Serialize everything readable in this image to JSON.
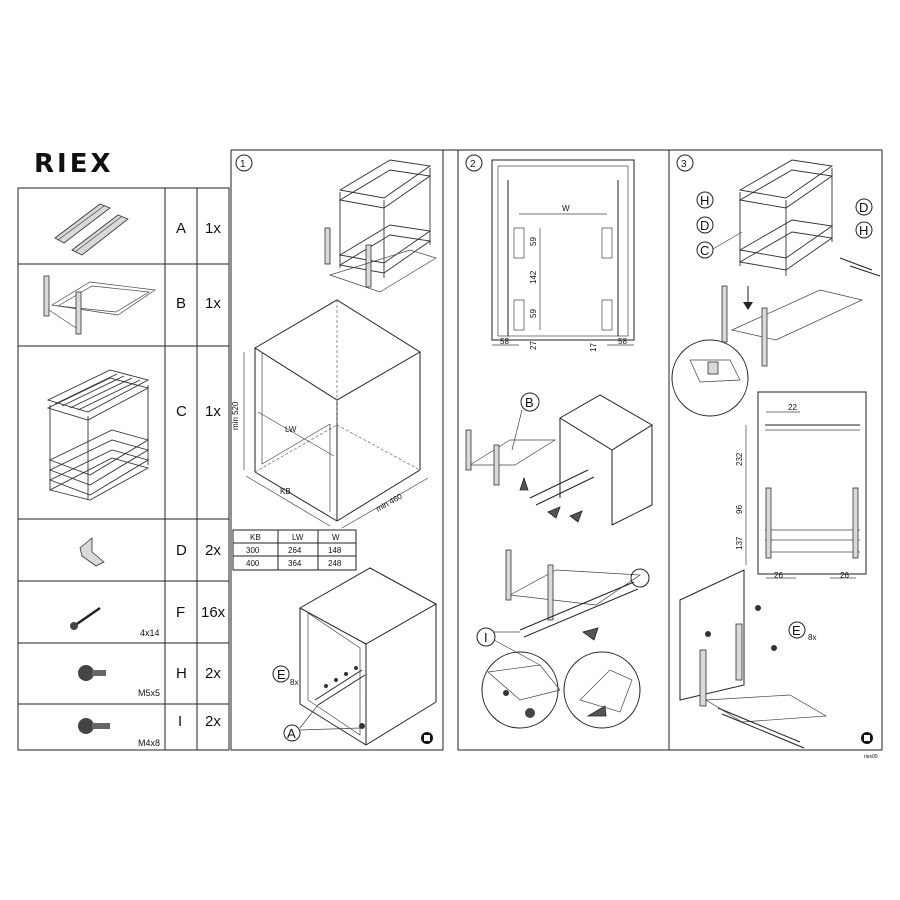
{
  "brand": "RIEX",
  "parts": [
    {
      "letter": "A",
      "qty": "1x",
      "size": ""
    },
    {
      "letter": "B",
      "qty": "1x",
      "size": ""
    },
    {
      "letter": "C",
      "qty": "1x",
      "size": ""
    },
    {
      "letter": "D",
      "qty": "2x",
      "size": ""
    },
    {
      "letter": "F",
      "qty": "16x",
      "size": "4x14"
    },
    {
      "letter": "H",
      "qty": "2x",
      "size": "M5x5"
    },
    {
      "letter": "I",
      "qty": "2x",
      "size": "M4x8"
    }
  ],
  "steps": [
    "1",
    "2",
    "3"
  ],
  "step1": {
    "dim_height": "min 520",
    "dim_depth": "min 460",
    "label_lw": "LW",
    "label_kb": "KB",
    "table": {
      "headers": [
        "KB",
        "LW",
        "W"
      ],
      "rows": [
        [
          "300",
          "264",
          "148"
        ],
        [
          "400",
          "364",
          "248"
        ]
      ]
    },
    "callout_e": "E",
    "callout_e_qty": "8x",
    "callout_a": "A"
  },
  "step2": {
    "dim_w": "W",
    "dim_59a": "59",
    "dim_142": "142",
    "dim_59b": "59",
    "dim_58a": "58",
    "dim_27": "27",
    "dim_17": "17",
    "dim_58b": "58",
    "callout_b": "B",
    "callout_i": "I"
  },
  "step3": {
    "callout_h1": "H",
    "callout_d1": "D",
    "callout_c": "C",
    "callout_d2": "D",
    "callout_h2": "H",
    "dim_22": "22",
    "dim_232": "232",
    "dim_96": "96",
    "dim_137": "137",
    "dim_26a": "26",
    "dim_26b": "26",
    "callout_e": "E",
    "callout_e_qty": "8x"
  },
  "footer_code": "riex05"
}
